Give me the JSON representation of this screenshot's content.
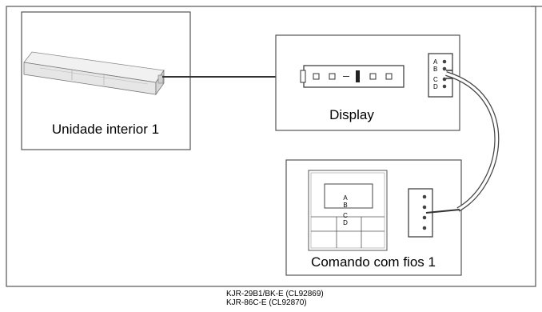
{
  "indoor_unit": {
    "label": "Unidade interior 1"
  },
  "display": {
    "label": "Display",
    "terminals": [
      "A",
      "B",
      "C",
      "D"
    ]
  },
  "wired_controller": {
    "label": "Comando com fios 1",
    "screen_terminals": [
      "A",
      "B",
      "C",
      "D"
    ]
  },
  "models": {
    "line1": "KJR-29B1/BK-E (CL92869)",
    "line2": "KJR-86C-E (CL92870)"
  }
}
